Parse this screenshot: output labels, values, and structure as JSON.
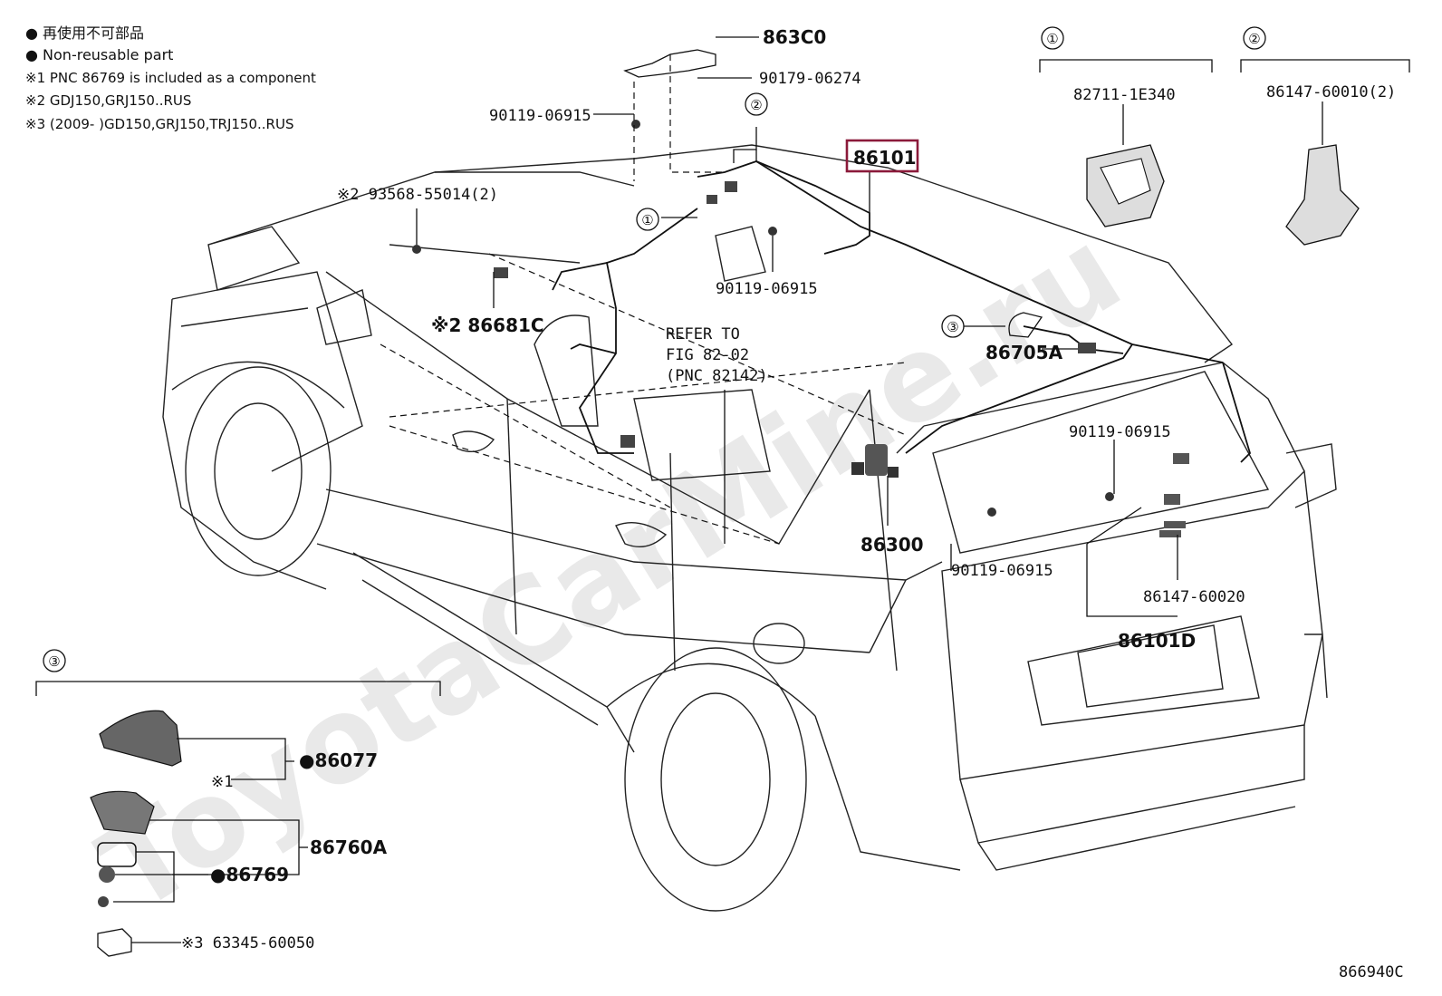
{
  "legend": {
    "line1": "● 再使用不可部品",
    "line2": "● Non-reusable part",
    "note1": "※1 PNC 86769 is included as a component",
    "note2": "※2 GDJ150,GRJ150..RUS",
    "note3": "※3 (2009-      )GD150,GRJ150,TRJ150..RUS"
  },
  "watermark": "ToyotaCarMine.ru",
  "callouts": {
    "c863C0": "863C0",
    "c90179": "90179-06274",
    "c90119a": "90119-06915",
    "c93568": "※2 93568-55014(2)",
    "c86681C": "※2 86681C",
    "c90119b": "90119-06915",
    "refer1": "REFER TO",
    "refer2": "FIG 82-02",
    "refer3": "(PNC 82142)",
    "c86101": "86101",
    "c86705A": "86705A",
    "c90119c": "90119-06915",
    "c86300": "86300",
    "c90119d": "90119-06915",
    "c86147b": "86147-60020",
    "c86101D": "86101D",
    "inset1_pn": "82711-1E340",
    "inset2_pn": "86147-60010(2)",
    "c86077": "●86077",
    "c86077_note": "※1",
    "c86760A": "86760A",
    "c86769": "●86769",
    "c63345": "※3 63345-60050",
    "figno": "866940C"
  },
  "circles": {
    "one": "①",
    "two": "②",
    "three": "③"
  }
}
